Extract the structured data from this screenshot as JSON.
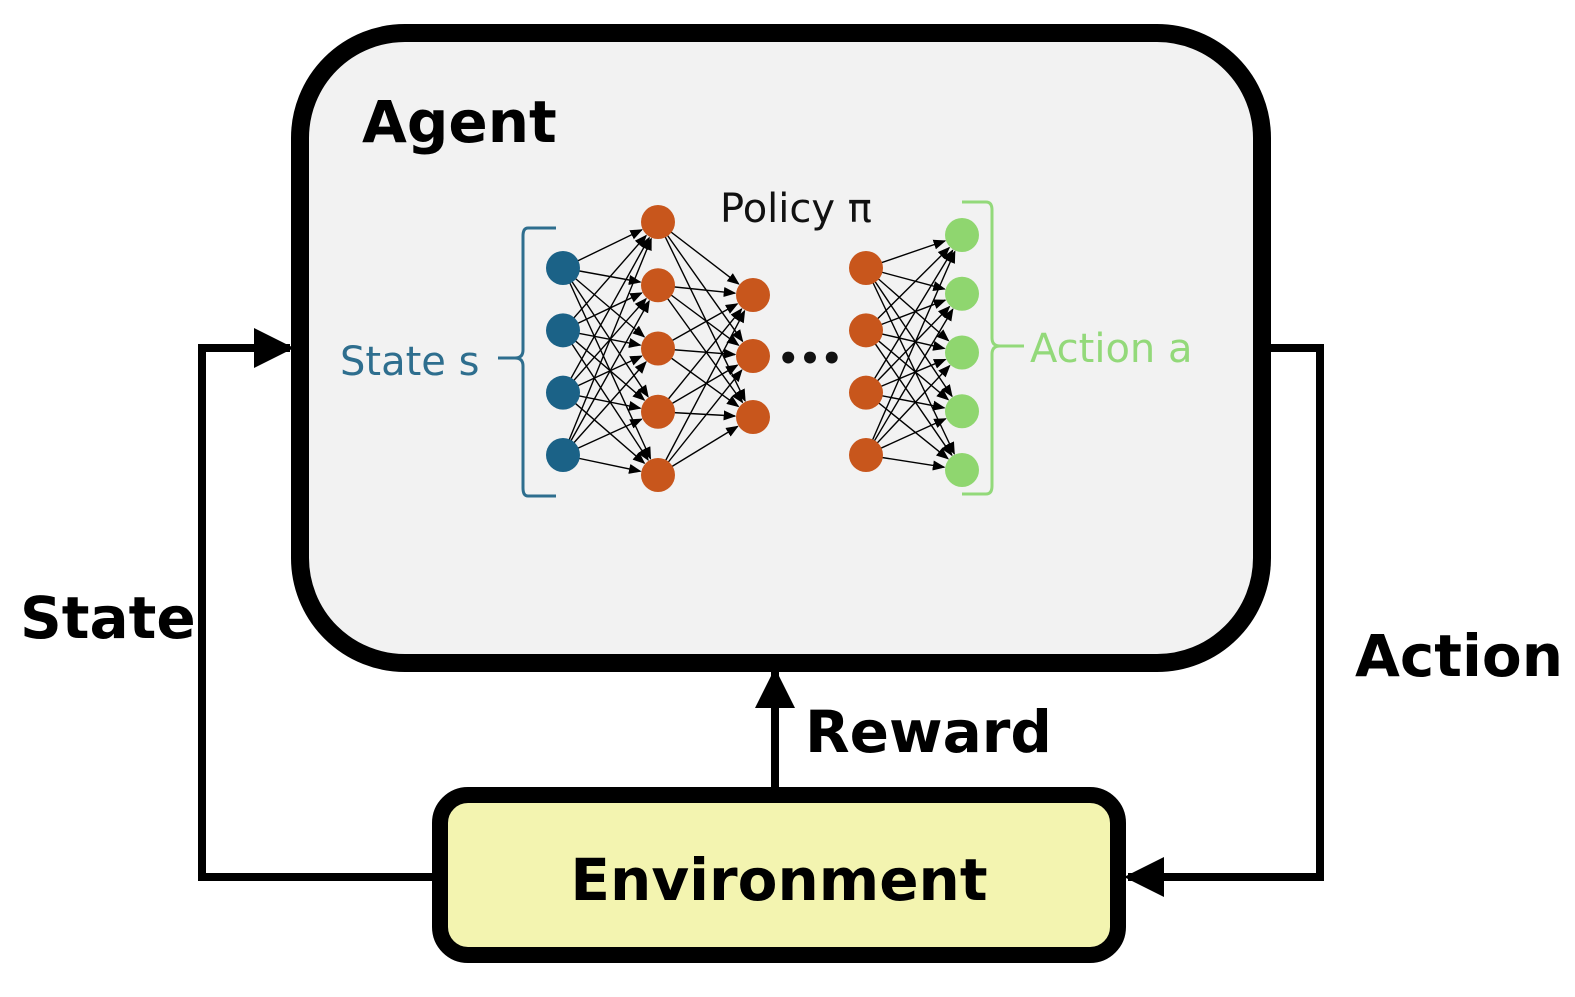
{
  "agent": {
    "title": "Agent"
  },
  "environment": {
    "title": "Environment"
  },
  "network": {
    "policy_label": "Policy π",
    "input_label": "State s",
    "output_label": "Action a",
    "ellipsis": "•••",
    "layers": [
      4,
      5,
      3,
      4,
      5
    ],
    "colors": {
      "input": "#1b6287",
      "hidden": "#c8561c",
      "output": "#8fd66f",
      "ellipsis": "#111111"
    }
  },
  "flows": {
    "state": "State",
    "action": "Action",
    "reward": "Reward"
  },
  "colors": {
    "agent_fill": "#f2f2f2",
    "environment_fill": "#f3f4b0",
    "stroke": "#000000",
    "input_text": "#2e6e8e",
    "output_text": "#93d97a"
  }
}
